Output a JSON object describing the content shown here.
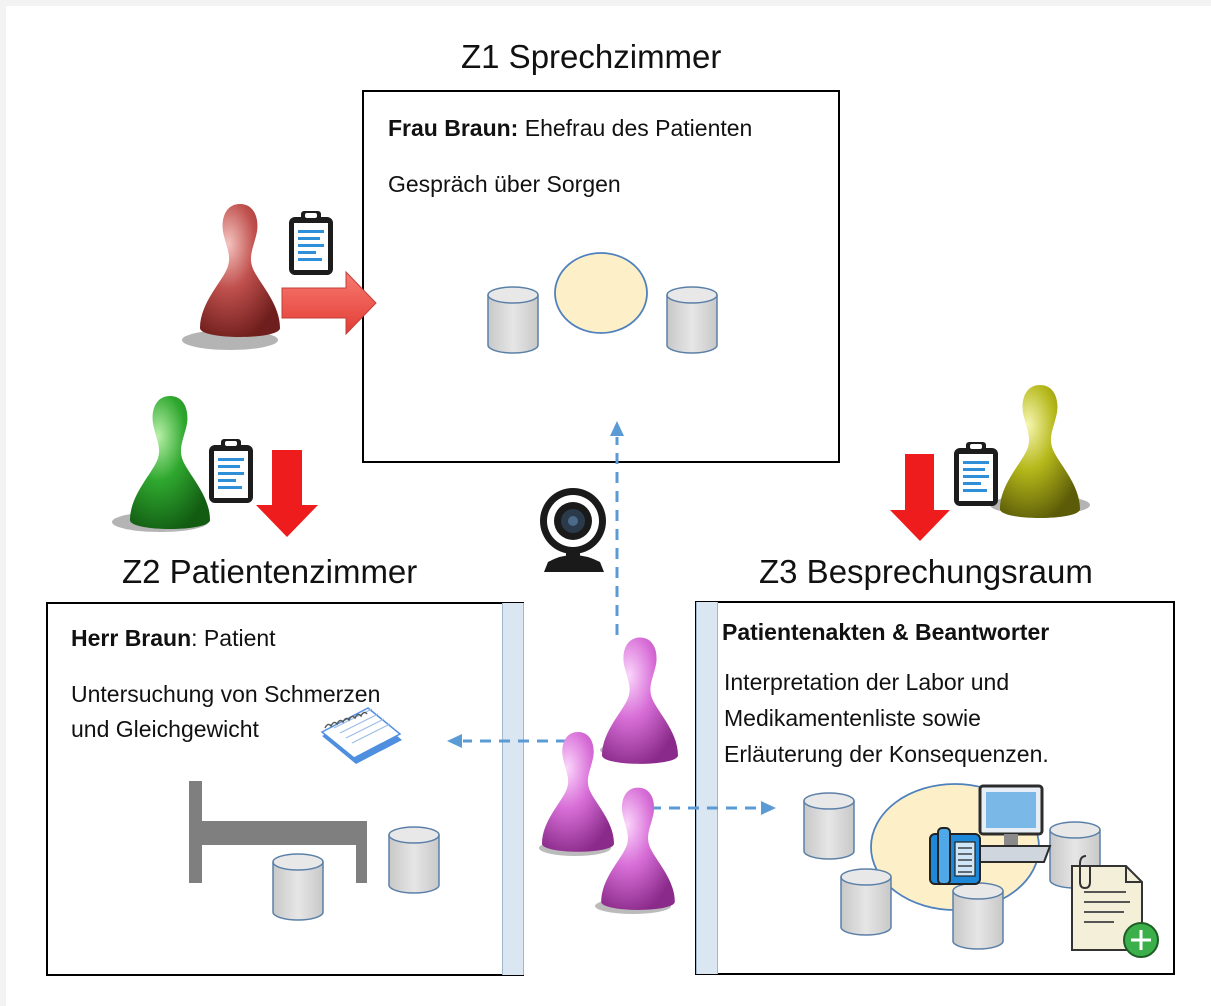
{
  "rooms": {
    "z1": {
      "title": "Z1 Sprechzimmer",
      "person_bold": "Frau Braun:",
      "person_rest": " Ehefrau des Patienten",
      "activity": "Gespräch über Sorgen"
    },
    "z2": {
      "title": "Z2 Patientenzimmer",
      "person_bold": "Herr Braun",
      "person_rest": ": Patient",
      "activity_line1": "Untersuchung von Schmerzen",
      "activity_line2": "und Gleichgewicht"
    },
    "z3": {
      "title": "Z3 Besprechungsraum",
      "heading": "Patientenakten & Beantworter",
      "line1": "Interpretation der Labor und",
      "line2": "Medikamentenliste sowie",
      "line3": "Erläuterung der Konsequenzen."
    }
  },
  "colors": {
    "red_figure": "#c0504d",
    "green_figure": "#3aa63a",
    "yellow_figure": "#b8b81e",
    "pink_figure": "#d66bd6",
    "arrow_red": "#ee1c1c",
    "arrow_pink_fill": "#f4645f",
    "dashed_arrow": "#5b9bd5",
    "table_fill": "#fdf0c8",
    "stool_fill": "#d9d9d9",
    "window_pane": "#dae6f2"
  },
  "icons": [
    "pawn-figure-icon",
    "clipboard-icon",
    "webcam-icon",
    "notepad-icon",
    "bed-icon",
    "computer-icon",
    "telephone-icon",
    "document-add-icon",
    "stool-icon"
  ]
}
